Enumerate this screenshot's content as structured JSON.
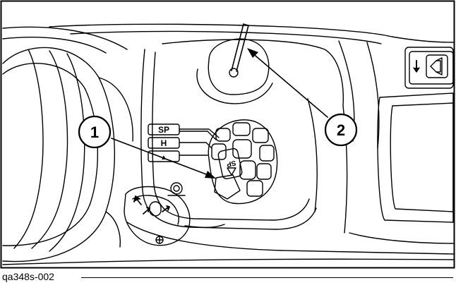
{
  "figure": {
    "caption": "qa348s-002",
    "callouts": [
      {
        "number": "1"
      },
      {
        "number": "2"
      }
    ],
    "panel_labels": {
      "sport": "SP",
      "high": "H",
      "low_symbol": "▲"
    },
    "switch_label": "SP",
    "right_icon": "horn-icon",
    "colors": {
      "ink": "#000000",
      "paper": "#ffffff"
    }
  }
}
